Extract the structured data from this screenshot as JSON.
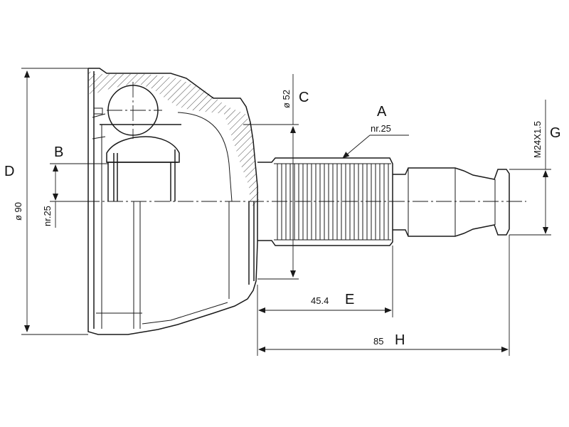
{
  "labels": {
    "A": "A",
    "B": "B",
    "C": "C",
    "D": "D",
    "E": "E",
    "G": "G",
    "H": "H"
  },
  "dimensions": {
    "outer_diameter": "ø 90",
    "bore_diameter": "ø 52",
    "inner_spline": "nr.25",
    "outer_spline": "nr.25",
    "thread": "M24X1.5",
    "spline_length": "45.4",
    "total_length": "85"
  },
  "colors": {
    "line": "#1a1a1a",
    "background": "#ffffff"
  }
}
